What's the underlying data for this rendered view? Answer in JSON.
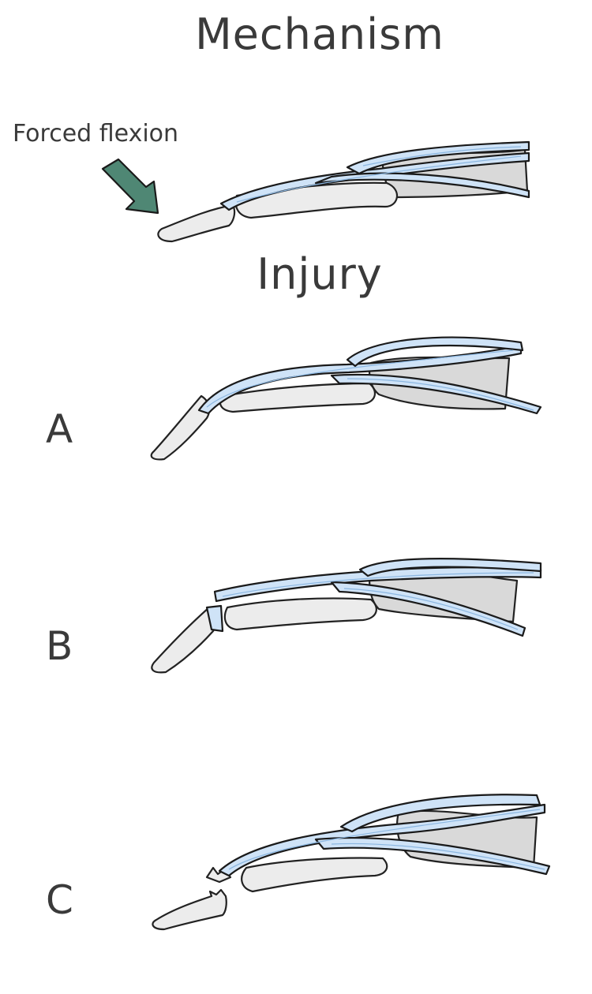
{
  "title": "Mechanism",
  "arrow_label": "Forced flexion",
  "subtitle": "Injury",
  "panels": [
    {
      "label": "A"
    },
    {
      "label": "B"
    },
    {
      "label": "C"
    }
  ],
  "colors": {
    "tendon": "#cfe3f7",
    "bone": "#ececec",
    "arrow": "#4f8774",
    "text": "#3a3a3a"
  }
}
